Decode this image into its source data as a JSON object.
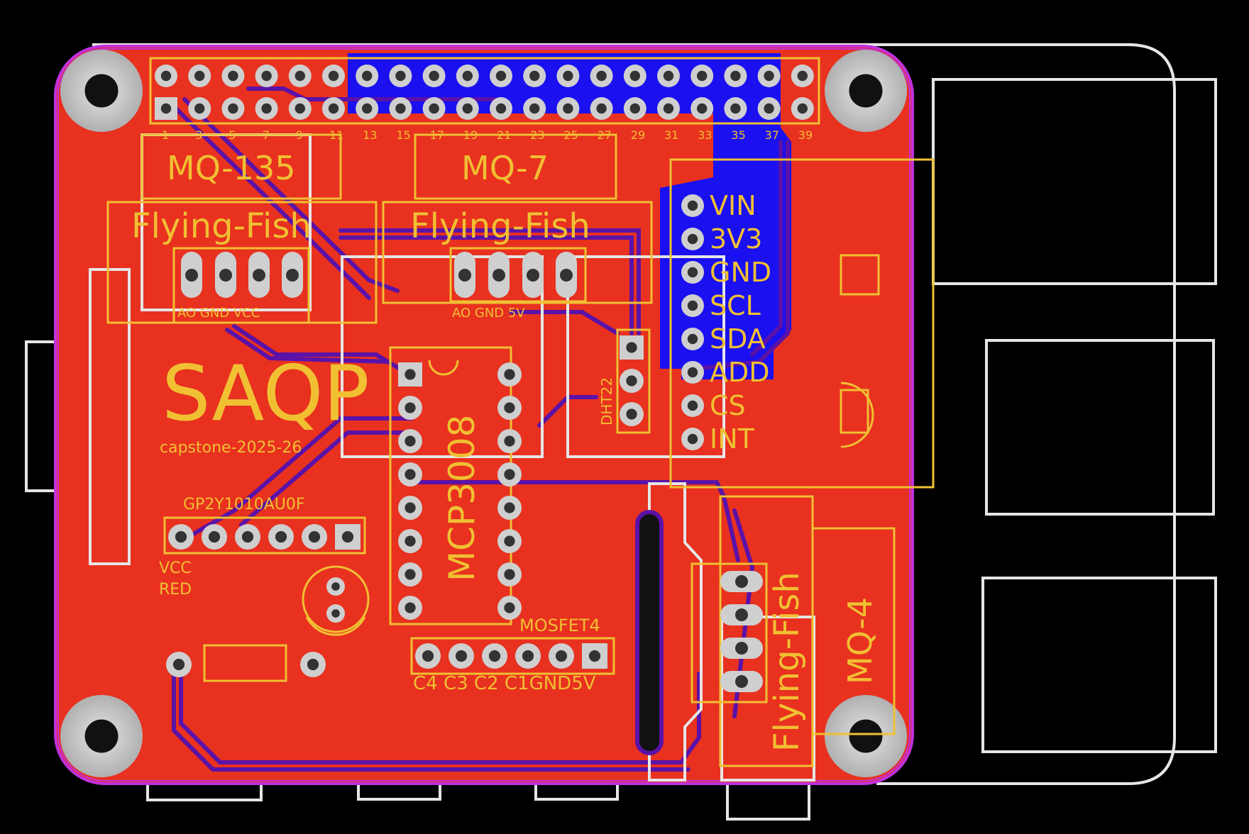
{
  "colors": {
    "background": "#000000",
    "board_fill": "#e8311f",
    "silkscreen": "#f0c032",
    "outline": "#e6e6e6",
    "bottom_copper": "#1a10f0",
    "trace": "#5a12a8",
    "pad_gray": "#b4b4b4",
    "hole": "#111111",
    "board_edge": "#c030e0"
  },
  "header": {
    "pin_labels": [
      "1",
      "3",
      "5",
      "7",
      "9",
      "11",
      "13",
      "15",
      "17",
      "19",
      "21",
      "23",
      "25",
      "27",
      "29",
      "31",
      "33",
      "35",
      "37",
      "39"
    ]
  },
  "labels": {
    "mq135": "MQ-135",
    "mq7": "MQ-7",
    "mq4": "MQ-4",
    "flying_fish_1": "Flying-Fish",
    "flying_fish_2": "Flying-Fish",
    "flying_fish_3": "Flying-Fish",
    "ff1_pins": "AO  GND  VCC",
    "ff2_pins": "AO  GND  5V",
    "saqp": "SAQP",
    "capstone": "capstone-2025-26",
    "gp2y": "GP2Y1010AU0F",
    "vcc": "VCC",
    "red": "RED",
    "mcp": "MCP3008",
    "mosfet": "MOSFET4",
    "mosfet_pins": "C4 C3 C2 C1GND5V",
    "dht_label": "DHT22",
    "mod_vin": "VIN",
    "mod_3v3": "3V3",
    "mod_gnd": "GND",
    "mod_scl": "SCL",
    "mod_sda": "SDA",
    "mod_add": "ADD",
    "mod_cs": "CS",
    "mod_int": "INT"
  }
}
